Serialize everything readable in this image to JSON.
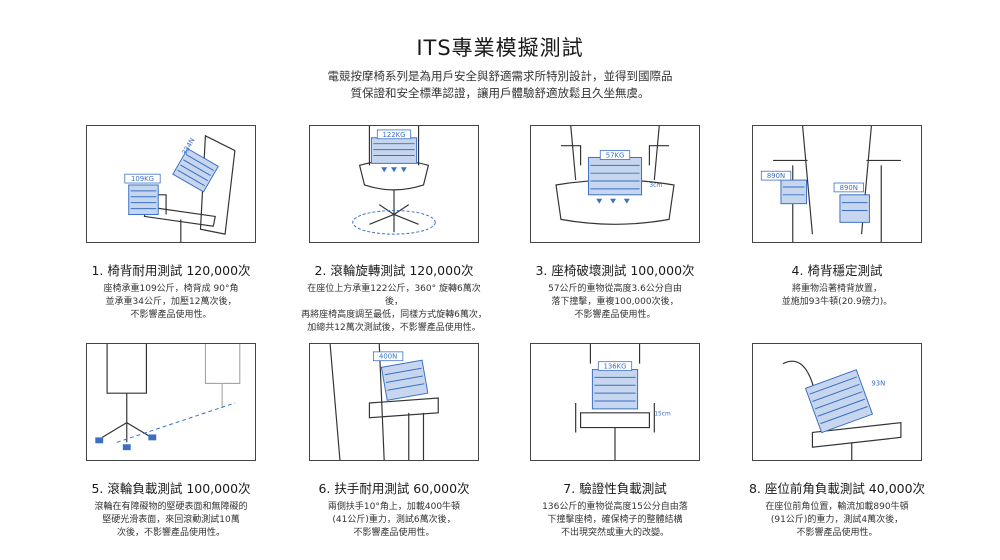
{
  "title": "ITS專業模擬測試",
  "intro": [
    "電競按摩椅系列是為用戶安全與舒適需求所特別設計，並得到國際品",
    "質保證和安全標準認證，讓用戶體驗舒適放鬆且久坐無虞。"
  ],
  "tests": [
    {
      "title": "1. 椅背耐用測試 120,000次",
      "desc": [
        "座椅承重109公斤，椅背成 90°角",
        "並承重34公斤，加壓12萬次後，",
        "不影響產品使用性。"
      ],
      "labels": [
        "109KG",
        "334N"
      ]
    },
    {
      "title": "2. 滾輪旋轉測試 120,000次",
      "desc": [
        "在座位上方承重122公斤，360° 旋轉6萬次後，",
        "再將座椅高度調至最低，同樣方式旋轉6萬次，",
        "加總共12萬次測試後，不影響產品使用性。"
      ],
      "labels": [
        "122KG"
      ]
    },
    {
      "title": "3. 座椅破壞測試 100,000次",
      "desc": [
        "57公斤的重物從高度3.6公分自由",
        "落下撞擊，重複100,000次後，",
        "不影響產品使用性。"
      ],
      "labels": [
        "57KG",
        "3cm"
      ]
    },
    {
      "title": "4. 椅背穩定測試",
      "desc": [
        "將重物沿著椅背放置，",
        "並施加93牛頓(20.9磅力)。"
      ],
      "labels": [
        "890N",
        "890N"
      ]
    },
    {
      "title": "5. 滾輪負載測試 100,000次",
      "desc": [
        "滾輪在有障礙物的堅硬表面和無障礙的",
        "堅硬光滑表面，來回滾動測試10萬",
        "次後，不影響產品使用性。"
      ],
      "labels": []
    },
    {
      "title": "6. 扶手耐用測試 60,000次",
      "desc": [
        "兩側扶手10°角上，加載400牛頓",
        "(41公斤)重力，測試6萬次後，",
        "不影響產品使用性。"
      ],
      "labels": [
        "400N"
      ]
    },
    {
      "title": "7. 驗證性負載測試",
      "desc": [
        "136公斤的重物從高度15公分自由落",
        "下撞擊座椅，確保椅子的整體結構",
        "不出現突然或重大的改變。"
      ],
      "labels": [
        "136KG",
        "15cm"
      ]
    },
    {
      "title": "8. 座位前角負載測試 40,000次",
      "desc": [
        "在座位前角位置，輸流加載890牛頓",
        "(91公斤)的重力，測試4萬次後，",
        "不影響產品使用性。"
      ],
      "labels": [
        "93N"
      ]
    }
  ],
  "colors": {
    "accent": "#3a6fc4",
    "weight_fill": "#c7d6ef",
    "line": "#333333"
  }
}
